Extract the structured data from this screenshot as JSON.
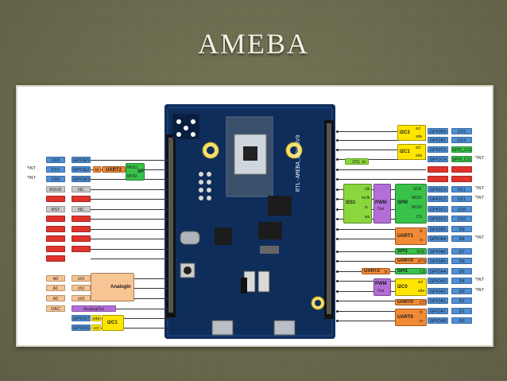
{
  "title": "AMEBA",
  "board": {
    "silkscreen": "RTL-AMEBA_DEV_3V0"
  },
  "colors": {
    "gpio_blue": "#4f8fd6",
    "digital_cyan": "#41c4e6",
    "uart_orange": "#f28a35",
    "i2c_yellow": "#ffe600",
    "spi_green": "#39c24a",
    "i2s_green": "#8bd63c",
    "pwm_purple": "#b46ed8",
    "red": "#e0332c",
    "gray": "#c9c9c9",
    "analog_peach": "#f7c493"
  },
  "left": {
    "rows": [
      {
        "pin": "D18",
        "fn": "GPIOE5",
        "color": "cyan"
      },
      {
        "pin": "D17",
        "fn": "GPIOE2",
        "color": "cyan",
        "note": "*INT"
      },
      {
        "pin": "D16",
        "fn": "GPIOE3",
        "color": "cyan",
        "note": "*INT"
      },
      {
        "pin": "RSVD",
        "fn": "NC",
        "color": "gray"
      },
      {
        "pin": "",
        "fn": "",
        "color": "red"
      },
      {
        "pin": "RST",
        "fn": "NC",
        "color": "gray"
      },
      {
        "pin": "",
        "fn": "",
        "color": "red"
      },
      {
        "pin": "",
        "fn": "",
        "color": "red"
      },
      {
        "pin": "",
        "fn": "",
        "color": "red"
      },
      {
        "pin": "",
        "fn": "",
        "color": "red"
      }
    ],
    "analog": [
      {
        "pin": "A0",
        "ch": "ch1"
      },
      {
        "pin": "A1",
        "ch": "ch1"
      },
      {
        "pin": "A2",
        "ch": "ch2"
      }
    ],
    "dac": {
      "pin": "DAC",
      "label": "AnalogOut"
    },
    "i2c_rows": [
      {
        "fn": "GPIOD7",
        "sig": "sda"
      },
      {
        "fn": "GPIOD6",
        "sig": "scl"
      }
    ],
    "blocks": {
      "uart2": {
        "name": "UART2",
        "tx": "tx"
      },
      "spi1": {
        "name": "SPI1",
        "miso": "MISO",
        "mosi": "MOSI"
      },
      "analog": {
        "name": "AnalogIn"
      },
      "i2c1": {
        "name": "I2C1"
      }
    }
  },
  "right": {
    "rows": [
      {
        "fn": "GPIOB3",
        "pin": "D15",
        "color": "cyan"
      },
      {
        "fn": "GPIOB2",
        "pin": "D14",
        "color": "cyan"
      },
      {
        "fn": "GPIOC5",
        "pin": "D13",
        "color": "cyan",
        "pin_color": "green",
        "pin_label": "SPI0_CS2"
      },
      {
        "fn": "GPIOC4",
        "pin": "D12",
        "color": "cyan",
        "pin_color": "green",
        "pin_label": "SPI0_CS1",
        "note": "*INT"
      },
      {
        "fn": "",
        "pin": "",
        "color": "red"
      },
      {
        "fn": "",
        "pin": "",
        "color": "red"
      },
      {
        "fn": "GPIOC3",
        "pin": "D11",
        "color": "cyan",
        "note": "*INT"
      },
      {
        "fn": "GPIOC2",
        "pin": "D11",
        "color": "cyan",
        "note": "*INT"
      },
      {
        "fn": "GPIOC1",
        "pin": "D10",
        "color": "cyan"
      },
      {
        "fn": "GPIOC0",
        "pin": "D10",
        "color": "cyan"
      },
      {
        "fn": "GPIOB5",
        "pin": "D9",
        "color": "cyan"
      },
      {
        "fn": "GPIOB4",
        "pin": "D8",
        "color": "cyan",
        "note": "*INT"
      },
      {
        "fn": "GPIOA6",
        "pin": "D7",
        "color": "cyan"
      },
      {
        "fn": "GPIOA5",
        "pin": "D6",
        "color": "cyan"
      },
      {
        "fn": "GPIOA4",
        "pin": "D5",
        "color": "cyan"
      },
      {
        "fn": "GPIOA3",
        "pin": "D4",
        "color": "cyan",
        "note": "*INT"
      },
      {
        "fn": "GPIOA2",
        "pin": "D3",
        "color": "cyan",
        "note": "*INT"
      },
      {
        "fn": "GPIOA1",
        "pin": "D2",
        "color": "cyan"
      },
      {
        "fn": "GPIOA7",
        "pin": "D1",
        "color": "cyan"
      },
      {
        "fn": "GPIOA8",
        "pin": "D0",
        "color": "cyan"
      }
    ],
    "blocks": {
      "i2c3": {
        "name": "I2C3",
        "scl": "scl",
        "sda": "sda"
      },
      "i2c1b": {
        "name": "I2C1",
        "scl": "scl",
        "sda": "sda"
      },
      "i2s1": {
        "name": "I2S1",
        "tx": "tx",
        "s1": "clk",
        "s2": "mclk",
        "s3": "tx",
        "s4": "ws"
      },
      "pwm1": {
        "name": "PWM",
        "s": "Out"
      },
      "spi0": {
        "name": "SPI0",
        "a": "SCK",
        "b": "MISO",
        "c": "MOSI",
        "d": "CS"
      },
      "uart1": {
        "name": "UART1",
        "tx": "tx",
        "rx": "rx"
      },
      "spi1b": {
        "name": "SPI1",
        "sig": "SCK"
      },
      "uart0rts": {
        "name": "UART0",
        "sig": "RTS"
      },
      "uart2b": {
        "name": "UART2",
        "tx": "tx"
      },
      "spi1c": {
        "name": "SPI1",
        "sig": "CS"
      },
      "pwm2": {
        "name": "PWM",
        "s": "Out"
      },
      "i2c0": {
        "name": "I2C0",
        "scl": "scl",
        "sda": "sda"
      },
      "uart0cts": {
        "name": "UART0",
        "sig": "CTS"
      },
      "uart0": {
        "name": "UART0",
        "tx": "tx",
        "rx": "rx"
      }
    }
  }
}
